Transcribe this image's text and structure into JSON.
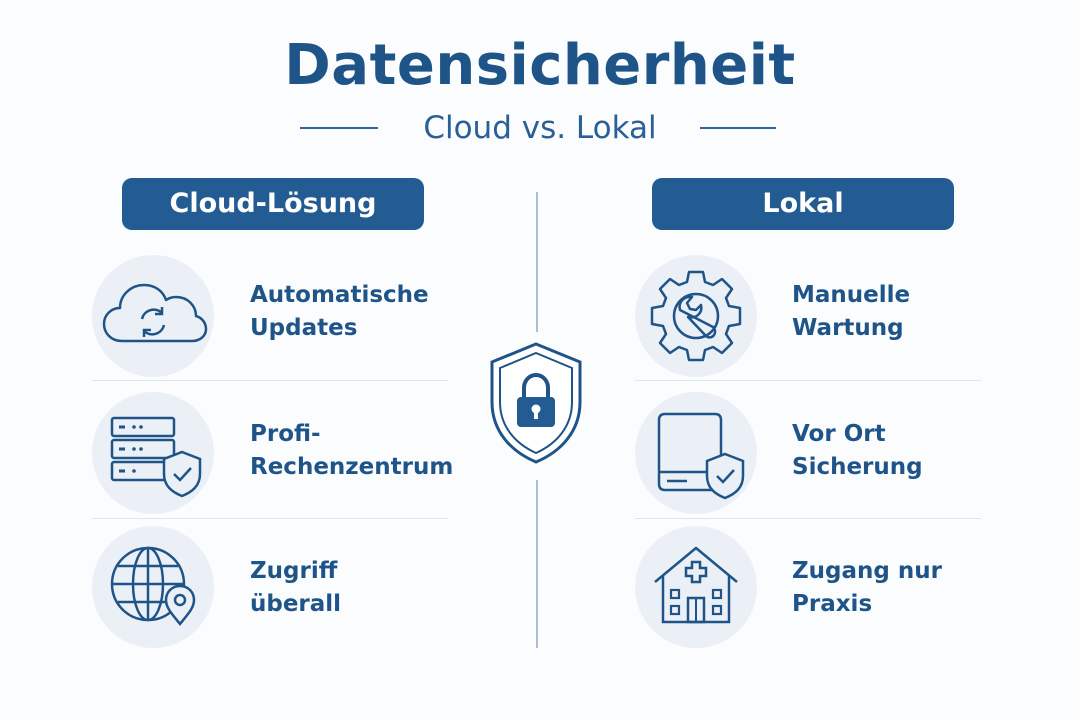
{
  "title": "Datensicherheit",
  "subtitle": "Cloud vs. Lokal",
  "columns": [
    {
      "header": "Cloud-Lösung",
      "items": [
        {
          "line1": "Automatische",
          "line2": "Updates",
          "icon": "cloud-sync-icon"
        },
        {
          "line1": "Profi-",
          "line2": "Rechenzentrum",
          "icon": "server-shield-icon"
        },
        {
          "line1": "Zugriff",
          "line2": "überall",
          "icon": "globe-location-icon"
        }
      ]
    },
    {
      "header": "Lokal",
      "items": [
        {
          "line1": "Manuelle",
          "line2": "Wartung",
          "icon": "gear-wrench-icon"
        },
        {
          "line1": "Vor Ort",
          "line2": "Sicherung",
          "icon": "drive-shield-icon"
        },
        {
          "line1": "Zugang nur",
          "line2": "Praxis",
          "icon": "practice-building-icon"
        }
      ]
    }
  ],
  "center_icon": "shield-lock-icon",
  "colors": {
    "primary": "#1f5488",
    "header_bg": "#235c92",
    "icon_circle": "#eaf0f6",
    "divider": "#a9bfd3",
    "background": "#fbfcfd"
  }
}
